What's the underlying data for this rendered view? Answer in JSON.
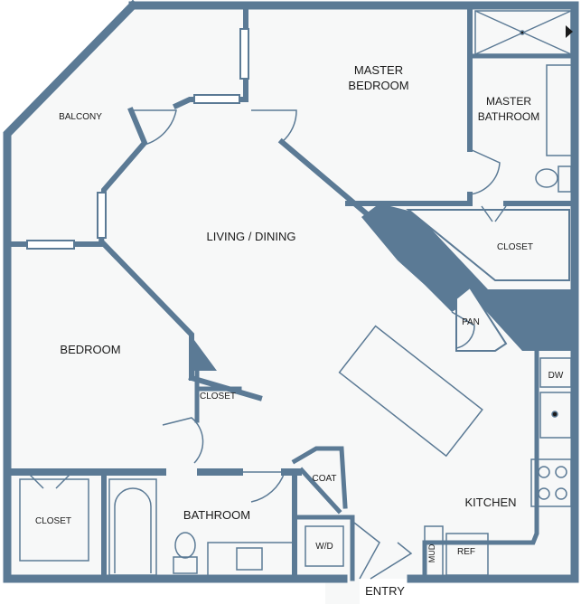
{
  "rooms": {
    "balcony": "BALCONY",
    "master_bedroom_1": "MASTER",
    "master_bedroom_2": "BEDROOM",
    "master_bathroom_1": "MASTER",
    "master_bathroom_2": "BATHROOM",
    "living_dining": "LIVING / DINING",
    "closet_master": "CLOSET",
    "pantry": "PAN",
    "bedroom": "BEDROOM",
    "closet_small": "CLOSET",
    "dishwasher": "DW",
    "coat": "COAT",
    "closet_bedroom": "CLOSET",
    "bathroom": "BATHROOM",
    "washer_dryer": "W/D",
    "kitchen": "KITCHEN",
    "mud": "MUD",
    "refrigerator": "REF",
    "entry": "ENTRY"
  },
  "colors": {
    "wall": "#5b7a95",
    "floor": "#f7f8f8",
    "fixture_line": "#5b7a95"
  }
}
